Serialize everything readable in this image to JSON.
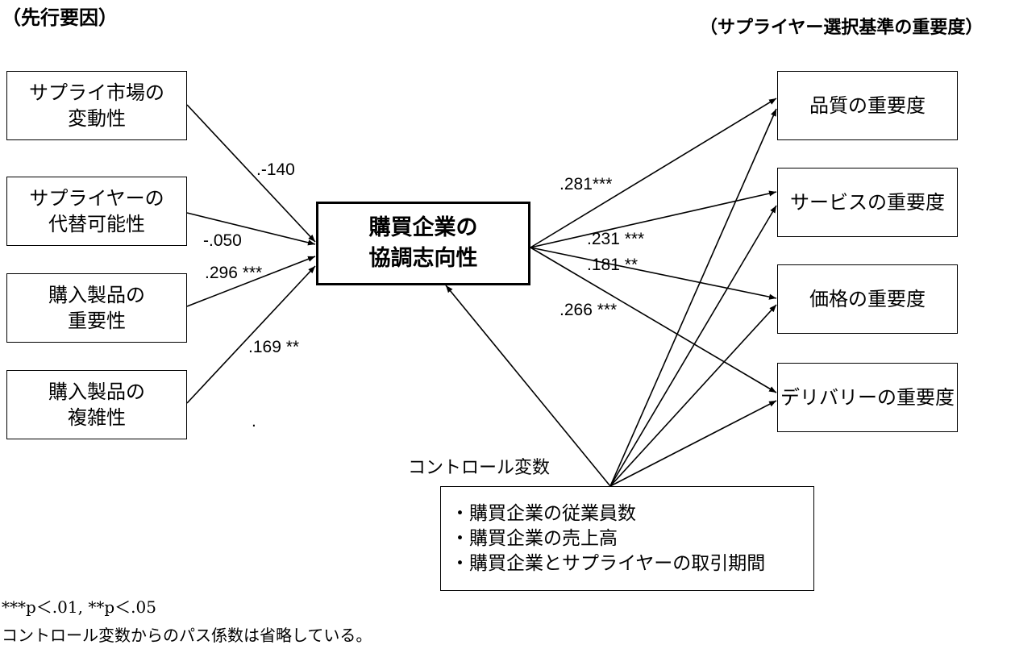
{
  "headers": {
    "antecedents": "（先行要因）",
    "criteria": "（サプライヤー選択基準の重要度）"
  },
  "antecedents": [
    {
      "line1": "サプライ市場の",
      "line2": "変動性"
    },
    {
      "line1": "サプライヤーの",
      "line2": "代替可能性"
    },
    {
      "line1": "購入製品の",
      "line2": "重要性"
    },
    {
      "line1": "購入製品の",
      "line2": "複雑性"
    }
  ],
  "center": {
    "line1": "購買企業の",
    "line2": "協調志向性"
  },
  "outcomes": [
    "品質の重要度",
    "サービスの重要度",
    "価格の重要度",
    "デリバリーの重要度"
  ],
  "coefficients": {
    "in": [
      ".-140",
      "-.050",
      ".296 ***",
      ".169 **"
    ],
    "out": [
      ".281***",
      ".231 ***",
      ".181 **",
      ".266 ***"
    ]
  },
  "control": {
    "title": "コントロール変数",
    "items": [
      "・購買企業の従業員数",
      "・購買企業の売上高",
      "・購買企業とサプライヤーの取引期間"
    ]
  },
  "stray_mark": ".",
  "notes": [
    "***p＜.01, **p＜.05",
    "コントロール変数からのパス係数は省略している。"
  ]
}
